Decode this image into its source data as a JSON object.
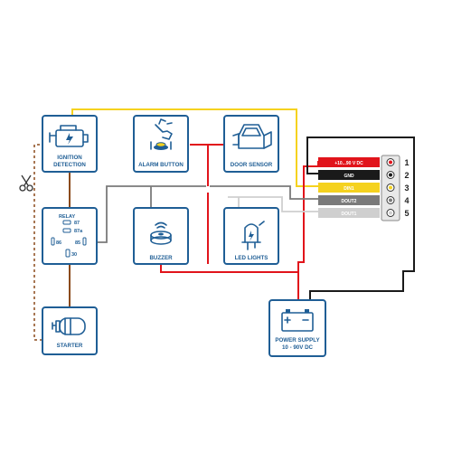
{
  "diagram": {
    "components": {
      "ignition": {
        "label_line1": "IGNITION",
        "label_line2": "DETECTION"
      },
      "alarm_button": {
        "label": "ALARM BUTTON"
      },
      "door_sensor": {
        "label": "DOOR SENSOR"
      },
      "relay": {
        "label": "RELAY",
        "pin_87": "87",
        "pin_87a": "87a",
        "pin_86": "86",
        "pin_85": "85",
        "pin_30": "30"
      },
      "buzzer": {
        "label": "BUZZER"
      },
      "led_lights": {
        "label": "LED LIGHTS"
      },
      "starter": {
        "label": "STARTER"
      },
      "power_supply": {
        "label_line1": "POWER SUPPLY",
        "label_line2": "10 - 90V DC"
      }
    },
    "connector": {
      "pins": [
        {
          "label": "+10...90 V DC",
          "number": "1",
          "color": "#e1141b",
          "text_color": "#ffffff"
        },
        {
          "label": "GND",
          "number": "2",
          "color": "#1a1a1a",
          "text_color": "#ffffff"
        },
        {
          "label": "DIN1",
          "number": "3",
          "color": "#f5d21f",
          "text_color": "#ffffff"
        },
        {
          "label": "DOUT2",
          "number": "4",
          "color": "#7a7a7a",
          "text_color": "#ffffff"
        },
        {
          "label": "DOUT1",
          "number": "5",
          "color": "#cfcfcf",
          "text_color": "#ffffff"
        }
      ]
    },
    "colors": {
      "frame": "#1f5e95",
      "power": "#e1141b",
      "ground": "#1a1a1a",
      "signal_yellow": "#f5d21f",
      "dout2": "#7a7a7a",
      "dout1": "#cfcfcf",
      "starter_wire": "#8b4a1c"
    },
    "icons": [
      "engine-icon",
      "hand-press-icon",
      "car-door-icon",
      "relay-icon",
      "buzzer-icon",
      "led-icon",
      "starter-motor-icon",
      "battery-icon",
      "scissors-icon"
    ]
  }
}
